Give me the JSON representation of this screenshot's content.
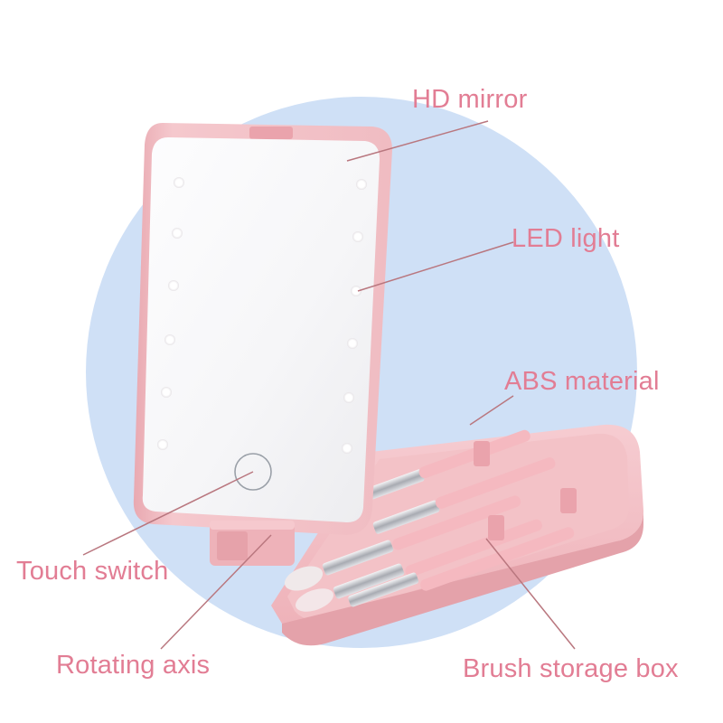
{
  "colors": {
    "callout_text": "#e27d94",
    "leader_line": "#b9777f",
    "background_circle": "#cfe0f6",
    "body_pink": "#f2bfc4",
    "mirror_glass": "#f8f8f9",
    "led_dot": "#ffffff"
  },
  "callouts": {
    "hd_mirror": "HD mirror",
    "led_light": "LED light",
    "abs_material": "ABS material",
    "touch_switch": "Touch switch",
    "rotating_axis": "Rotating axis",
    "brush_storage_box": "Brush storage box"
  },
  "product": {
    "led_count": 12,
    "brush_count": 5
  }
}
